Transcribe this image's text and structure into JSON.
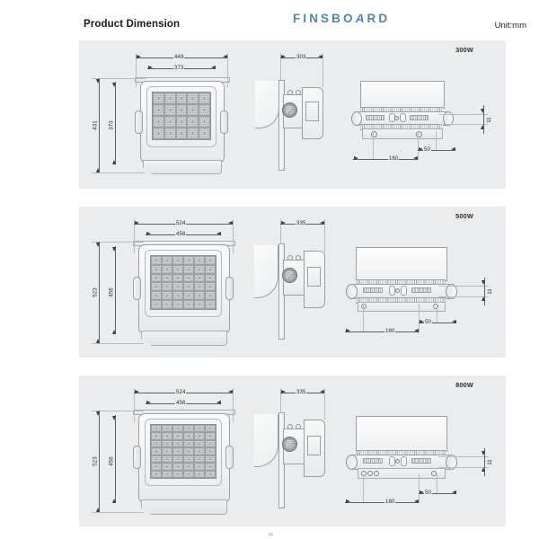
{
  "header": {
    "title": "Product Dimension",
    "brand_part1": "FINSBO",
    "brand_glyph": "A",
    "brand_part2": "RD",
    "unit": "Unit:mm"
  },
  "sections": [
    {
      "wattage": "300W",
      "front": {
        "overall_width": "449",
        "body_width": "373",
        "overall_height": "431",
        "body_height": "373",
        "led_cols": 5,
        "led_rows": 4
      },
      "side": {
        "depth": "303"
      },
      "top": {
        "thickness": "11",
        "hole_spacing_a": "160",
        "hole_spacing_b": "50"
      }
    },
    {
      "wattage": "500W",
      "front": {
        "overall_width": "524",
        "body_width": "456",
        "overall_height": "523",
        "body_height": "456",
        "led_cols": 6,
        "led_rows": 6
      },
      "side": {
        "depth": "335"
      },
      "top": {
        "thickness": "11",
        "hole_spacing_a": "180",
        "hole_spacing_b": "50"
      }
    },
    {
      "wattage": "800W",
      "front": {
        "overall_width": "524",
        "body_width": "456",
        "overall_height": "523",
        "body_height": "456",
        "led_cols": 6,
        "led_rows": 7
      },
      "side": {
        "depth": "335"
      },
      "top": {
        "thickness": "11",
        "hole_spacing_a": "180",
        "hole_spacing_b": "50"
      }
    }
  ],
  "colors": {
    "brand": "#4b86b4",
    "panel_bg": "#eaecee",
    "ink": "#231f20",
    "dim_line": "#5a5f63"
  }
}
